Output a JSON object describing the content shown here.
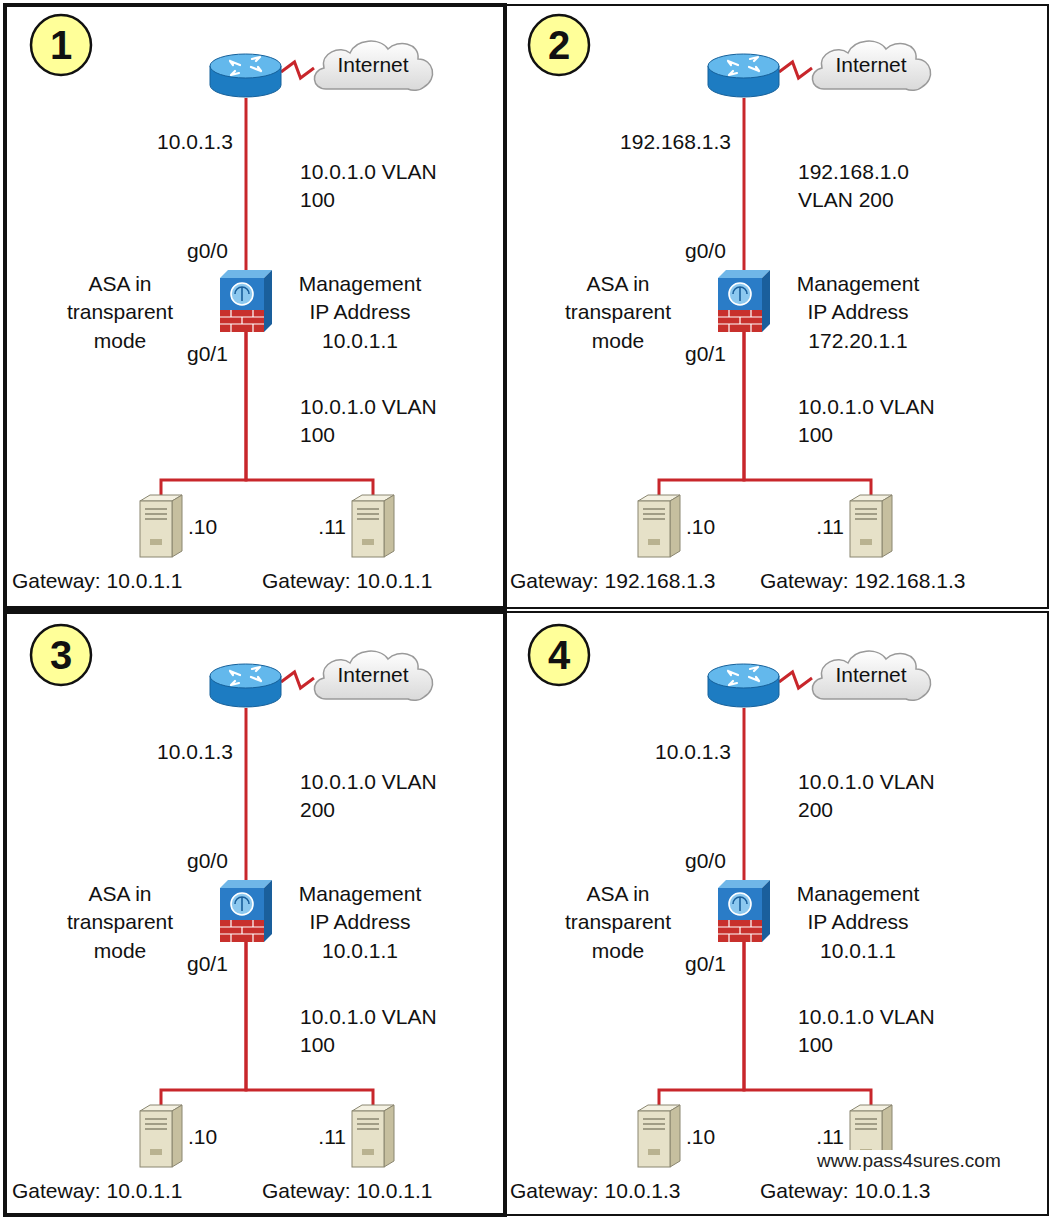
{
  "diagram": {
    "nodes": [
      {
        "text": [
          "1"
        ]
      },
      {
        "text": [
          "Internet"
        ]
      },
      {
        "text": [
          "10.0.1.3"
        ]
      },
      {
        "text": [
          "g0/0",
          "ASA in transparent mode",
          "Management IP Address 10.0.1.1",
          "g0/1"
        ]
      },
      {
        "text": [
          ".10",
          "Gateway: 10.0.1.1"
        ]
      },
      {
        "text": [
          ".11",
          "Gateway: 10.0.1.1"
        ]
      },
      {
        "text": [
          "2"
        ]
      },
      {
        "text": [
          "Internet"
        ]
      },
      {
        "text": [
          "192.168.1.3"
        ]
      },
      {
        "text": [
          "g0/0",
          "ASA in transparent mode",
          "Management IP Address 172.20.1.1",
          "g0/1"
        ]
      },
      {
        "text": [
          ".10",
          "Gateway: 192.168.1.3"
        ]
      },
      {
        "text": [
          ".11",
          "Gateway: 192.168.1.3"
        ]
      },
      {
        "text": [
          "3"
        ]
      },
      {
        "text": [
          "Internet"
        ]
      },
      {
        "text": [
          "10.0.1.3"
        ]
      },
      {
        "text": [
          "g0/0",
          "ASA in transparent mode",
          "Management IP Address 10.0.1.1",
          "g0/1"
        ]
      },
      {
        "text": [
          ".10",
          "Gateway: 10.0.1.1"
        ]
      },
      {
        "text": [
          ".11",
          "Gateway: 10.0.1.1"
        ]
      },
      {
        "text": [
          "4"
        ]
      },
      {
        "text": [
          "Internet"
        ]
      },
      {
        "text": [
          "10.0.1.3"
        ]
      },
      {
        "text": [
          "g0/0",
          "ASA in transparent mode",
          "Management IP Address 10.0.1.1",
          "g0/1"
        ]
      },
      {
        "text": [
          ".10",
          "Gateway: 10.0.1.3"
        ]
      },
      {
        "text": [
          ".11",
          "Gateway: 10.0.1.3"
        ]
      }
    ],
    "edges": [
      {
        "from": 2,
        "to": 1,
        "arrow": "none"
      },
      {
        "from": 2,
        "to": 3,
        "arrow": "none",
        "label": "10.0.1.0 VLAN 100"
      },
      {
        "from": 3,
        "to": 4,
        "arrow": "none",
        "label": "10.0.1.0 VLAN 100"
      },
      {
        "from": 3,
        "to": 5,
        "arrow": "none"
      },
      {
        "from": 8,
        "to": 7,
        "arrow": "none"
      },
      {
        "from": 8,
        "to": 9,
        "arrow": "none",
        "label": "192.168.1.0 VLAN 200"
      },
      {
        "from": 9,
        "to": 10,
        "arrow": "none",
        "label": "10.0.1.0 VLAN 100"
      },
      {
        "from": 9,
        "to": 11,
        "arrow": "none"
      },
      {
        "from": 14,
        "to": 13,
        "arrow": "none"
      },
      {
        "from": 14,
        "to": 15,
        "arrow": "none",
        "label": "10.0.1.0 VLAN 200"
      },
      {
        "from": 15,
        "to": 16,
        "arrow": "none",
        "label": "10.0.1.0 VLAN 100"
      },
      {
        "from": 15,
        "to": 17,
        "arrow": "none"
      },
      {
        "from": 20,
        "to": 19,
        "arrow": "none"
      },
      {
        "from": 20,
        "to": 21,
        "arrow": "none",
        "label": "10.0.1.0 VLAN 200"
      },
      {
        "from": 21,
        "to": 22,
        "arrow": "none",
        "label": "10.0.1.0 VLAN 100"
      },
      {
        "from": 21,
        "to": 23,
        "arrow": "none"
      }
    ],
    "labels": [
      "www.pass4sures.com"
    ]
  }
}
